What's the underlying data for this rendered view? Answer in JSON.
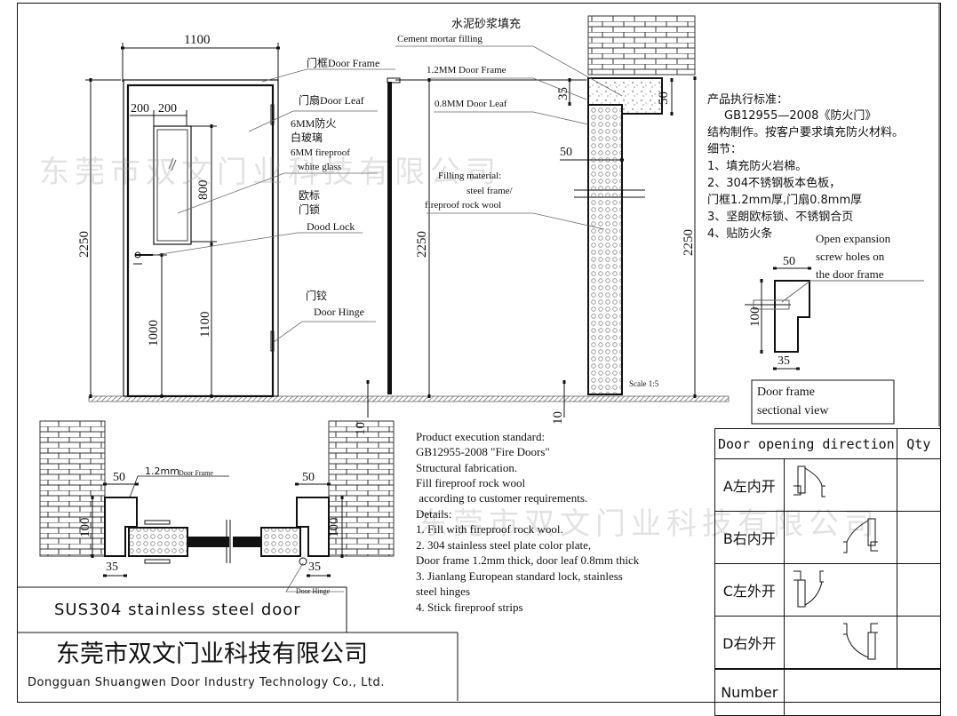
{
  "front_view": {
    "width_dim": "1100",
    "height_dim": "2250",
    "glass_offset_1": "200",
    "glass_offset_2": "200",
    "glass_height": "800",
    "lock_height": "1000",
    "glass_bottom_height": "1100",
    "callouts": {
      "door_frame": "门框Door Frame",
      "door_leaf": "门扇Door Leaf",
      "glass_cn_1": "6MM防火",
      "glass_cn_2": "白玻璃",
      "glass_en_1": "6MM fireproof",
      "glass_en_2": "white glass",
      "lock_cn_1": "欧标",
      "lock_cn_2": "门锁",
      "lock_en": "Dood Lock",
      "hinge_cn": "门铰",
      "hinge_en": "Door Hinge"
    }
  },
  "side_view": {
    "height_dim": "2250",
    "floor_gap": "10",
    "cement_cn": "水泥砂浆填充",
    "cement_en": "Cement mortar filling",
    "frame_label": "1.2MM Door Frame",
    "leaf_label": "0.8MM Door Leaf",
    "frame_depth": "35",
    "frame_width": "50",
    "leaf_thickness": "50",
    "filling_1": "Filling material:",
    "filling_2": "steel frame/",
    "filling_3": "fireproof rock wool",
    "scale": "Scale 1:5",
    "right_height_dim": "2250"
  },
  "notes_cn": {
    "line1": "产品执行标准：",
    "line2": "GB12955—2008《防火门》",
    "line3": "结构制作。按客户要求填充防火材料。",
    "line4": "细节：",
    "line5": "1、填充防火岩棉。",
    "line6": "2、304不锈钢板本色板，",
    "line7": "门框1.2mm厚,门扇0.8mm厚",
    "line8": "3、坚朗欧标锁、不锈钢合页",
    "line9": "4、贴防火条"
  },
  "frame_section": {
    "note_1": "Open expansion",
    "note_2": "screw holes on",
    "note_3": "the door frame",
    "width_dim": "50",
    "height_dim": "100",
    "bottom_dim": "35",
    "caption_1": "Door frame",
    "caption_2": "sectional view"
  },
  "plan_view": {
    "left_width": "50",
    "right_width": "50",
    "left_depth": "100",
    "right_depth": "100",
    "left_bottom": "35",
    "right_bottom": "35",
    "frame_label": "1.2mm",
    "frame_label_2": "Door Frame",
    "hinge_label": "Door Hinge",
    "floor_gap": "10"
  },
  "notes_en": {
    "line1": "Product execution standard:",
    "line2": "GB12955-2008 \"Fire Doors\"",
    "line3": "Structural fabrication.",
    "line4": "Fill fireproof rock wool",
    "line5": " according to customer requirements.",
    "line6": "Details:",
    "line7": "1. Fill with fireproof rock wool.",
    "line8": "2. 304 stainless steel plate color plate,",
    "line9": "Door frame 1.2mm thick, door leaf 0.8mm thick",
    "line10": "3. Jianlang European standard lock, stainless",
    "line11": "steel hinges",
    "line12": "4. Stick fireproof strips"
  },
  "direction_table": {
    "header_dir": "Door opening direction",
    "header_qty": "Qty",
    "rows": [
      {
        "label": "A左内开",
        "qty": ""
      },
      {
        "label": "B右内开",
        "qty": ""
      },
      {
        "label": "C左外开",
        "qty": ""
      },
      {
        "label": "D右外开",
        "qty": ""
      }
    ],
    "number_label": "Number"
  },
  "title_block": {
    "product": "SUS304 stainless steel door",
    "company_cn": "东莞市双文门业科技有限公司",
    "company_en": "Dongguan Shuangwen Door Industry Technology Co., Ltd."
  },
  "watermark": {
    "text_top": "东莞市双文门业科技有限公司",
    "text_mid": "东莞市双文门业科技有限公司"
  },
  "colors": {
    "line": "#111111",
    "leader": "#666666",
    "hatch": "#555555",
    "watermark": "#969696"
  }
}
